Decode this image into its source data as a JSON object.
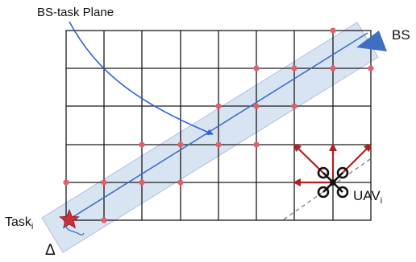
{
  "labels": {
    "plane": "BS-task Plane",
    "bs": "BS",
    "task": "Task",
    "task_sub": "i",
    "uav": "UAV",
    "uav_sub": "i",
    "delta": "Δ"
  },
  "colors": {
    "grid": "#1a1a1a",
    "band_fill": "#c9d8ee",
    "band_stroke": "#aebfdc",
    "trajectory": "#3b6fc4",
    "pointer_arrow": "#2d63d4",
    "waypoint": "#e0606b",
    "bs_marker": "#3f6fc2",
    "task_marker": "#c9303a",
    "uav_arrows": "#b0201e",
    "uav_body": "#111111",
    "dashed_line": "#8a8a8a"
  },
  "icons": {
    "bs": "triangle-icon",
    "task": "star-icon",
    "uav": "quadcopter-icon"
  }
}
